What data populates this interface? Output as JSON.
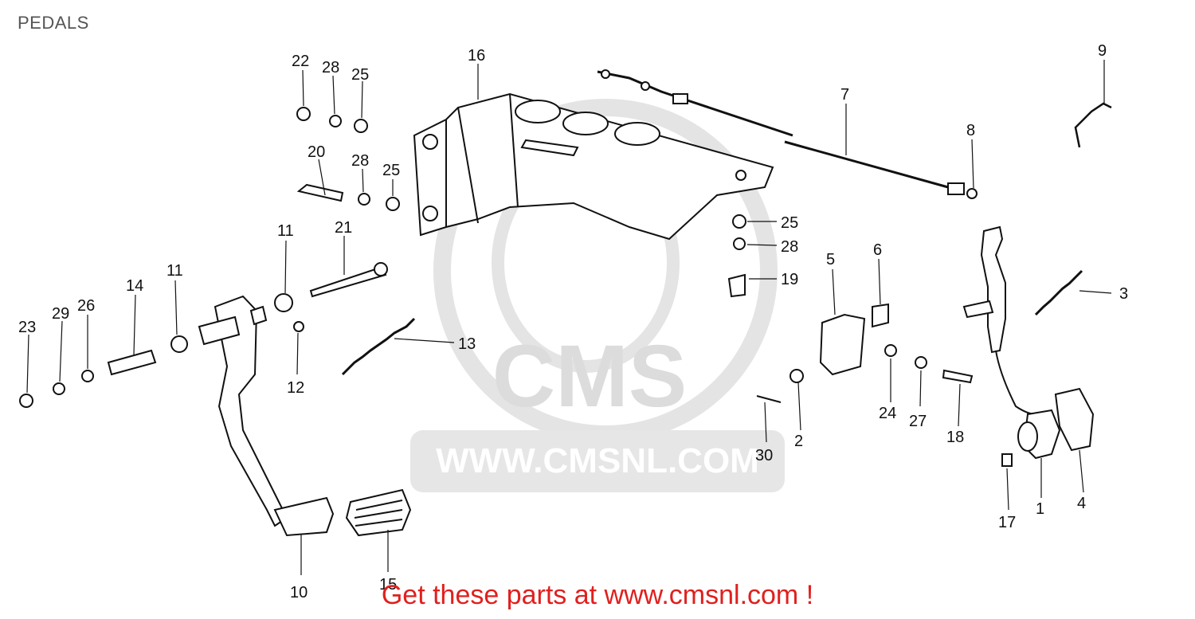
{
  "title": "PEDALS",
  "watermark": {
    "brand": "CMS",
    "site": "WWW.CMSNL.COM"
  },
  "footer": "Get these parts at www.cmsnl.com !",
  "colors": {
    "line": "#111111",
    "watermark": "#dcdcdc",
    "footer": "#e0201e",
    "title": "#555555"
  },
  "parts": [
    {
      "id": "c1",
      "label": "1"
    },
    {
      "id": "c2",
      "label": "2"
    },
    {
      "id": "c3",
      "label": "3"
    },
    {
      "id": "c4",
      "label": "4"
    },
    {
      "id": "c5",
      "label": "5"
    },
    {
      "id": "c6",
      "label": "6"
    },
    {
      "id": "c7",
      "label": "7"
    },
    {
      "id": "c8",
      "label": "8"
    },
    {
      "id": "c9",
      "label": "9"
    },
    {
      "id": "c10",
      "label": "10"
    },
    {
      "id": "c11a",
      "label": "11"
    },
    {
      "id": "c11b",
      "label": "11"
    },
    {
      "id": "c12",
      "label": "12"
    },
    {
      "id": "c13",
      "label": "13"
    },
    {
      "id": "c14",
      "label": "14"
    },
    {
      "id": "c15",
      "label": "15"
    },
    {
      "id": "c16",
      "label": "16"
    },
    {
      "id": "c17",
      "label": "17"
    },
    {
      "id": "c18",
      "label": "18"
    },
    {
      "id": "c19",
      "label": "19"
    },
    {
      "id": "c20",
      "label": "20"
    },
    {
      "id": "c21",
      "label": "21"
    },
    {
      "id": "c22",
      "label": "22"
    },
    {
      "id": "c23",
      "label": "23"
    },
    {
      "id": "c24",
      "label": "24"
    },
    {
      "id": "c25a",
      "label": "25"
    },
    {
      "id": "c25b",
      "label": "25"
    },
    {
      "id": "c25c",
      "label": "25"
    },
    {
      "id": "c26",
      "label": "26"
    },
    {
      "id": "c27",
      "label": "27"
    },
    {
      "id": "c28a",
      "label": "28"
    },
    {
      "id": "c28b",
      "label": "28"
    },
    {
      "id": "c28c",
      "label": "28"
    },
    {
      "id": "c29",
      "label": "29"
    },
    {
      "id": "c30",
      "label": "30"
    }
  ]
}
